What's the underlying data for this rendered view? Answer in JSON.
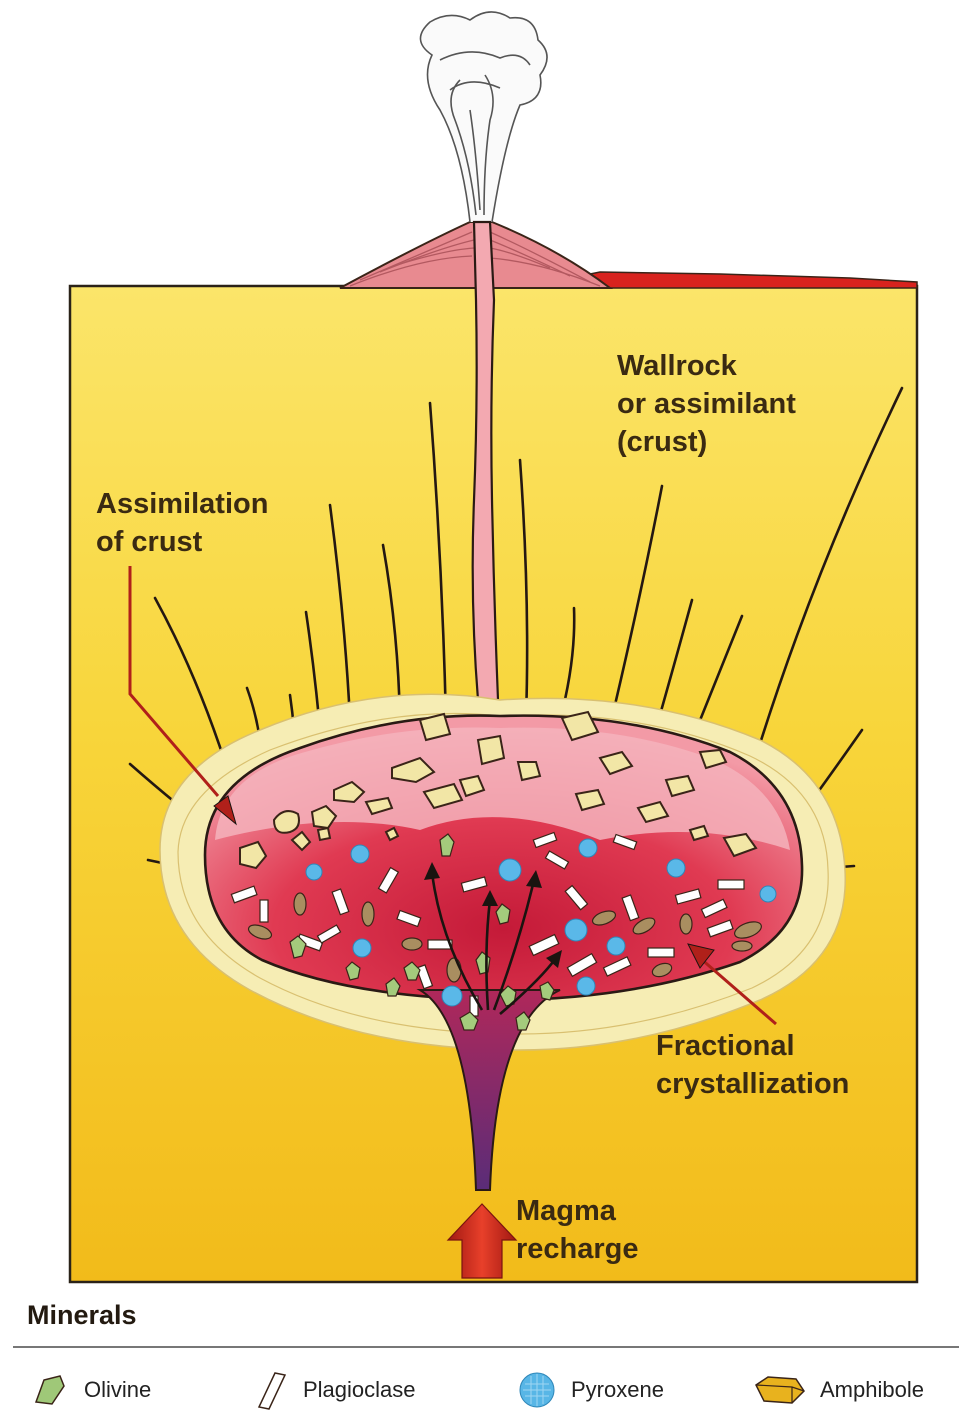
{
  "labels": {
    "wallrock_1": "Wallrock",
    "wallrock_2": "or assimilant",
    "wallrock_3": "(crust)",
    "assim_1": "Assimilation",
    "assim_2": "of crust",
    "frac_1": "Fractional",
    "frac_2": "crystallization",
    "magma_1": "Magma",
    "magma_2": "recharge"
  },
  "legend": {
    "title": "Minerals",
    "items": [
      {
        "name": "Olivine",
        "icon": "olivine-icon",
        "color": "#9fc878"
      },
      {
        "name": "Plagioclase",
        "icon": "plagioclase-icon",
        "color": "#ffffff"
      },
      {
        "name": "Pyroxene",
        "icon": "pyroxene-icon",
        "color": "#58b6e6"
      },
      {
        "name": "Amphibole",
        "icon": "amphibole-icon",
        "color": "#e8b21e"
      }
    ]
  },
  "colors": {
    "crust": "#f7d33a",
    "chamber": "#e23a50",
    "chamber_light": "#f2a3ad",
    "margin": "#f5eab0",
    "arrow": "#c8281e",
    "volcano": "#e07f86"
  }
}
